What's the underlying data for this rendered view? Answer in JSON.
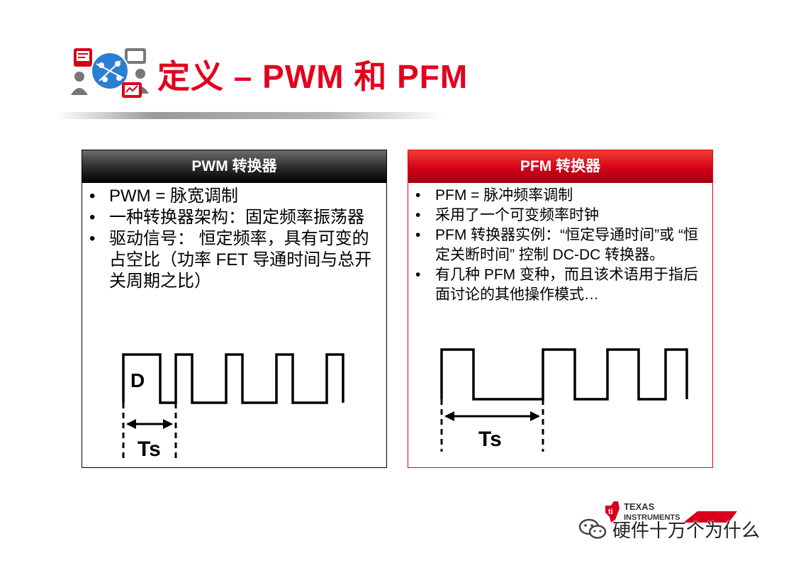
{
  "title": "定义 – PWM 和 PFM",
  "left_panel": {
    "header": "PWM 转换器",
    "bullets": [
      "PWM = 脉宽调制",
      "一种转换器架构：固定频率振荡器",
      "驱动信号： 恒定频率，具有可变的占空比（功率 FET 导通时间与总开关周期之比）"
    ],
    "diagram": {
      "duty_label": "D",
      "period_label": "Ts"
    }
  },
  "right_panel": {
    "header": "PFM 转换器",
    "bullets": [
      "PFM = 脉冲频率调制",
      "采用了一个可变频率时钟",
      "PFM 转换器实例：“恒定导通时间”或 “恒定关断时间” 控制 DC-DC 转换器。",
      "有几种 PFM 变种，而且该术语用于指后面讨论的其他操作模式…"
    ],
    "diagram": {
      "period_label": "Ts"
    }
  },
  "footer": {
    "brand_line1": "TEXAS",
    "brand_line2": "INSTRUMENTS",
    "watermark": "硬件十万个为什么"
  },
  "colors": {
    "accent_red": "#e4001b",
    "dark_header": "#1a1a1a"
  }
}
